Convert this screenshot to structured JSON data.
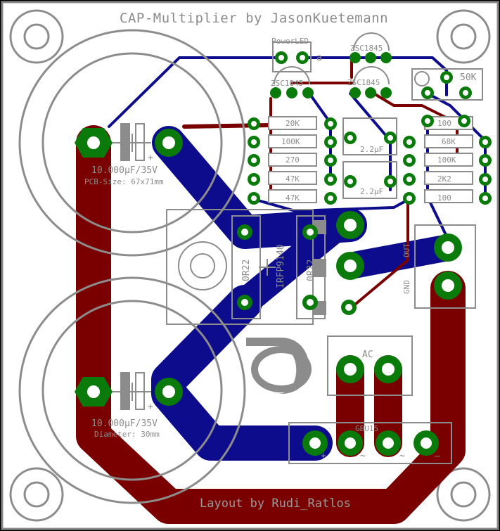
{
  "board": {
    "title": "CAP-Multiplier by JasonKuetemann",
    "footer": "Layout by  Rudi_Ratlos",
    "colors": {
      "background": "#ffffff",
      "bottom_copper": "#0c0c8c",
      "top_copper": "#7a0000",
      "pad": "#0a7a0a",
      "silkscreen": "#8c8c8c"
    }
  },
  "components": {
    "cap_top_value": "10.000µF/35V",
    "cap_top_note": "PCB-Size: 67x71mm",
    "cap_bottom_value": "10.000µF/35V",
    "cap_bottom_note": "Diameter: 30mm",
    "power_led": "PowerLED",
    "power_led_pin": "a",
    "transistor_1": "ZSC1845",
    "transistor_2": "ZSC1845",
    "transistor_3": "ZSC1845",
    "trimmer": "50K",
    "resistors_left": [
      "20K",
      "100K",
      "270",
      "47K",
      "47K"
    ],
    "caps_small": [
      "2.2µF",
      "2.2µF"
    ],
    "resistors_right": [
      "100",
      "68K",
      "100K",
      "2K2",
      "100"
    ],
    "mosfet": "IRFP9140",
    "res_source_1": "0R22",
    "res_source_2": "0R22",
    "out_label": "OUT",
    "gnd_label": "GND",
    "ac_label": "AC",
    "bridge": "GBU15",
    "bridge_plus": "+",
    "bridge_ac1": "~",
    "bridge_ac2": "~",
    "bridge_minus": "—",
    "cap_plus": "+",
    "logo_letter": "R"
  }
}
